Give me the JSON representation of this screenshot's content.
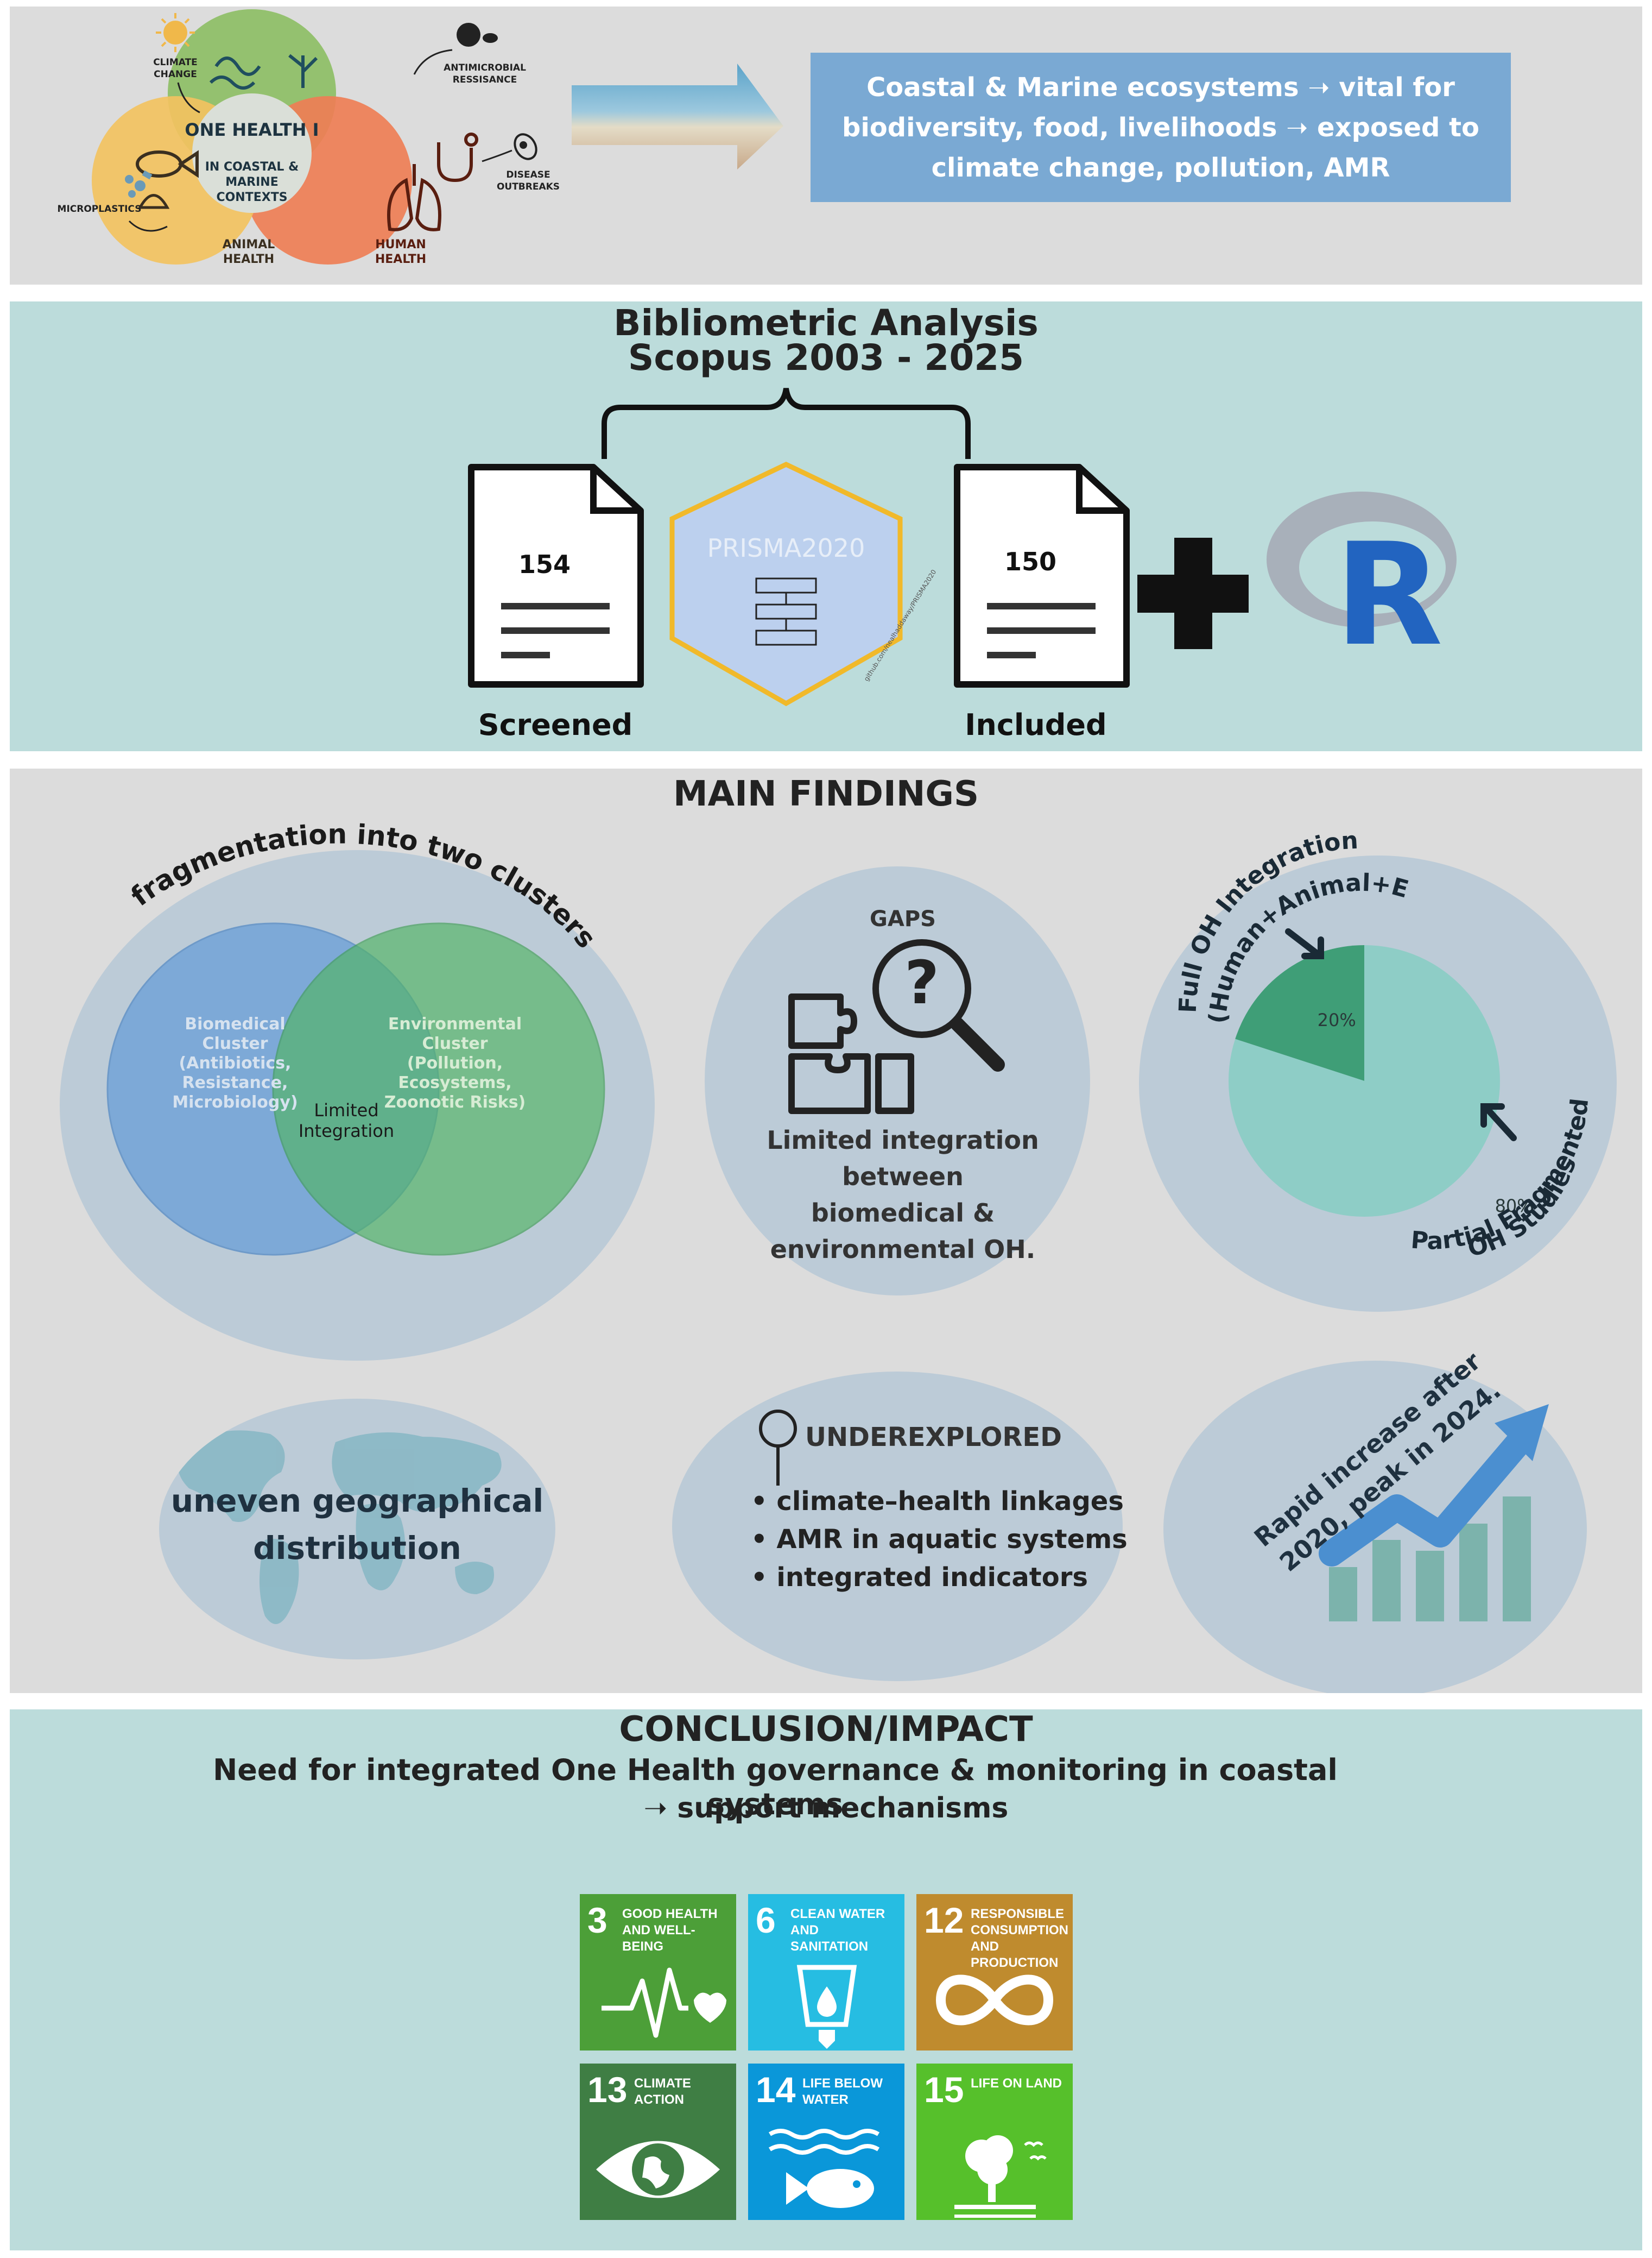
{
  "header": {
    "center_title": "ONE HEALTH I",
    "center_sub": [
      "IN COASTAL &",
      "MARINE",
      "CONTEXTS"
    ],
    "animal_label": [
      "ANIMAL",
      "HEALTH"
    ],
    "human_label": [
      "HUMAN",
      "HEALTH"
    ],
    "climate_label": [
      "CLIMATE",
      "CHANGE"
    ],
    "antimicrobial_label": [
      "ANTIMICROBIAL",
      "RESSISANCE"
    ],
    "disease_label": [
      "DISEASE",
      "OUTBREAKS"
    ],
    "microplastics_label": "MICROPLASTICS",
    "coastal_text": "Coastal & Marine ecosystems ➝ vital for biodiversity, food, livelihoods ➝ exposed to climate change, pollution, AMR"
  },
  "bibliometric": {
    "title_line1": "Bibliometric Analysis",
    "title_line2": "Scopus 2003 - 2025",
    "screened_count": "154",
    "screened_label": "Screened",
    "included_count": "150",
    "included_label": "Included",
    "prisma_label": "PRISMA2020",
    "prisma_url": "github.com/nealhaddaway/PRISMA2020",
    "r_letter": "R"
  },
  "findings": {
    "title": "MAIN  FINDINGS",
    "clusters_title": "fragmentation into two clusters",
    "biomedical_cluster": [
      "Biomedical",
      "Cluster",
      "(Antibiotics,",
      "Resistance,",
      "Microbiology)"
    ],
    "environmental_cluster": [
      "Environmental",
      "Cluster",
      "(Pollution,",
      "Ecosystems,",
      "Zoonotic Risks)"
    ],
    "limited_integration": [
      "Limited",
      "Integration"
    ],
    "gaps_title": "GAPS",
    "gaps_text": [
      "Limited integration",
      "between",
      "biomedical &",
      "environmental OH."
    ],
    "pie_top_label": [
      "Full OH Integration",
      "(Human+Animal+Env.)"
    ],
    "pie_bottom_label": [
      "Partial Fragmented",
      "OH Studies"
    ],
    "geo_text": [
      "uneven geographical",
      "distribution"
    ],
    "underexplored_title": "UNDEREXPLORED",
    "underexplored_items": [
      "• climate–health linkages",
      "• AMR in aquatic systems",
      "• integrated indicators"
    ],
    "trend_text": [
      "Rapid increase after",
      "2020, peak in 2024."
    ]
  },
  "chart_data": {
    "type": "pie",
    "labels": [
      "Full OH Integration (Human+Animal+Env.)",
      "Partial Fragmented OH Studies"
    ],
    "values": [
      20,
      80
    ],
    "value_labels": [
      "20%",
      "80%"
    ],
    "colors": [
      "#3f9e77",
      "#8ecdc6"
    ]
  },
  "conclusion": {
    "title": "CONCLUSION/IMPACT",
    "line1": "Need for integrated One Health governance & monitoring in coastal systems",
    "line2": "➝ support mechanisms"
  },
  "sdgs": [
    {
      "num": "3",
      "label": "GOOD HEALTH AND WELL-BEING",
      "color": "#4c9f38",
      "icon": "heartbeat-icon"
    },
    {
      "num": "6",
      "label": "CLEAN WATER AND SANITATION",
      "color": "#26bde2",
      "icon": "water-glass-icon"
    },
    {
      "num": "12",
      "label": "RESPONSIBLE CONSUMPTION AND PRODUCTION",
      "color": "#bf8b2e",
      "icon": "infinity-icon"
    },
    {
      "num": "13",
      "label": "CLIMATE ACTION",
      "color": "#3f7e44",
      "icon": "eye-globe-icon"
    },
    {
      "num": "14",
      "label": "LIFE BELOW WATER",
      "color": "#0a97d9",
      "icon": "fish-icon"
    },
    {
      "num": "15",
      "label": "LIFE ON LAND",
      "color": "#56c02b",
      "icon": "tree-icon"
    }
  ]
}
